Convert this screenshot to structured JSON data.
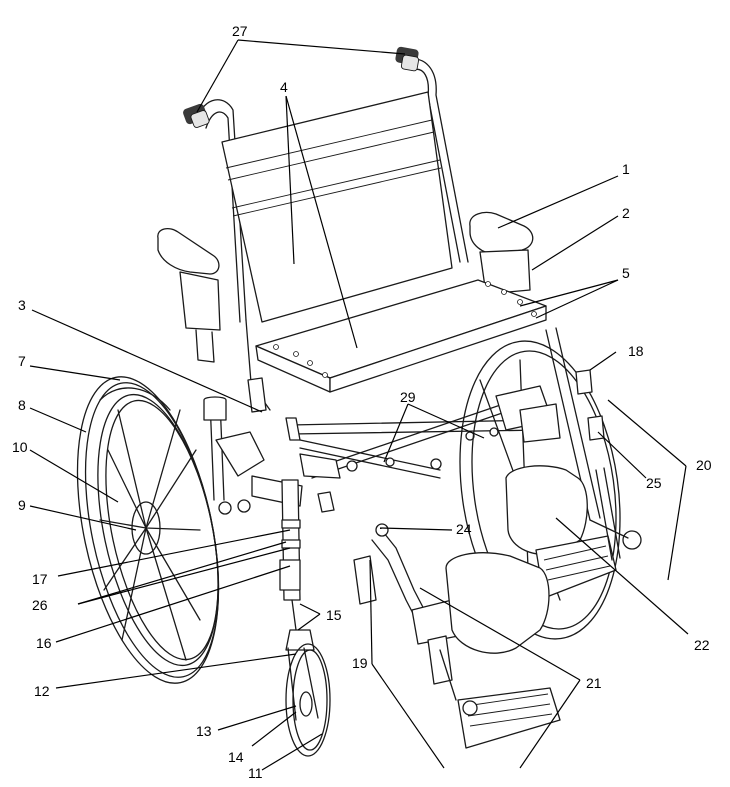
{
  "diagram": {
    "accent_color": "#000000",
    "callouts": [
      {
        "id": "c1",
        "label": "1"
      },
      {
        "id": "c2",
        "label": "2"
      },
      {
        "id": "c3",
        "label": "3"
      },
      {
        "id": "c4",
        "label": "4"
      },
      {
        "id": "c5",
        "label": "5"
      },
      {
        "id": "c7",
        "label": "7"
      },
      {
        "id": "c8",
        "label": "8"
      },
      {
        "id": "c9",
        "label": "9"
      },
      {
        "id": "c10",
        "label": "10"
      },
      {
        "id": "c11",
        "label": "11"
      },
      {
        "id": "c12",
        "label": "12"
      },
      {
        "id": "c13",
        "label": "13"
      },
      {
        "id": "c14",
        "label": "14"
      },
      {
        "id": "c15",
        "label": "15"
      },
      {
        "id": "c16",
        "label": "16"
      },
      {
        "id": "c17",
        "label": "17"
      },
      {
        "id": "c18",
        "label": "18"
      },
      {
        "id": "c19",
        "label": "19"
      },
      {
        "id": "c20",
        "label": "20"
      },
      {
        "id": "c21",
        "label": "21"
      },
      {
        "id": "c22",
        "label": "22"
      },
      {
        "id": "c24",
        "label": "24"
      },
      {
        "id": "c25",
        "label": "25"
      },
      {
        "id": "c26",
        "label": "26"
      },
      {
        "id": "c27",
        "label": "27"
      },
      {
        "id": "c29",
        "label": "29"
      }
    ]
  }
}
